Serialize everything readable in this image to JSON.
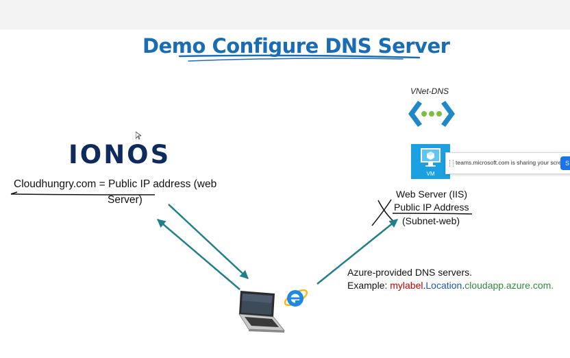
{
  "slide": {
    "title": "Demo Configure DNS Server"
  },
  "left_side": {
    "logo_text": "IONOS",
    "mapping_line1": "Cloudhungry.com =  Public IP address (web",
    "mapping_line2": "Server)"
  },
  "right_side": {
    "vnet_label": "VNet-DNS",
    "vm_label": "VM",
    "server_line1": "Web Server (IIS)",
    "server_line2": "Public IP Address",
    "server_line3": "(Subnet-web)"
  },
  "azure_note": {
    "line1": "Azure-provided DNS servers.",
    "example_prefix": "Example: ",
    "part_label": "mylabel",
    "dot1": ".",
    "part_location": "Location",
    "dot2": ".",
    "part_domain": "cloudapp.azure.com."
  },
  "screen_share": {
    "message": "teams.microsoft.com is sharing your screen.",
    "button_label": "S"
  },
  "icons": [
    "ionos-logo",
    "vnet-icon",
    "vm-icon",
    "laptop-icon",
    "internet-explorer-icon",
    "mouse-cursor-icon"
  ],
  "colors": {
    "title": "#1a6cb5",
    "arrow": "#1f7f8c",
    "vm_tile": "#1ba1e2",
    "red_text": "#c00000",
    "blue_text": "#1a5aa8",
    "green_text": "#2e8b3a"
  }
}
